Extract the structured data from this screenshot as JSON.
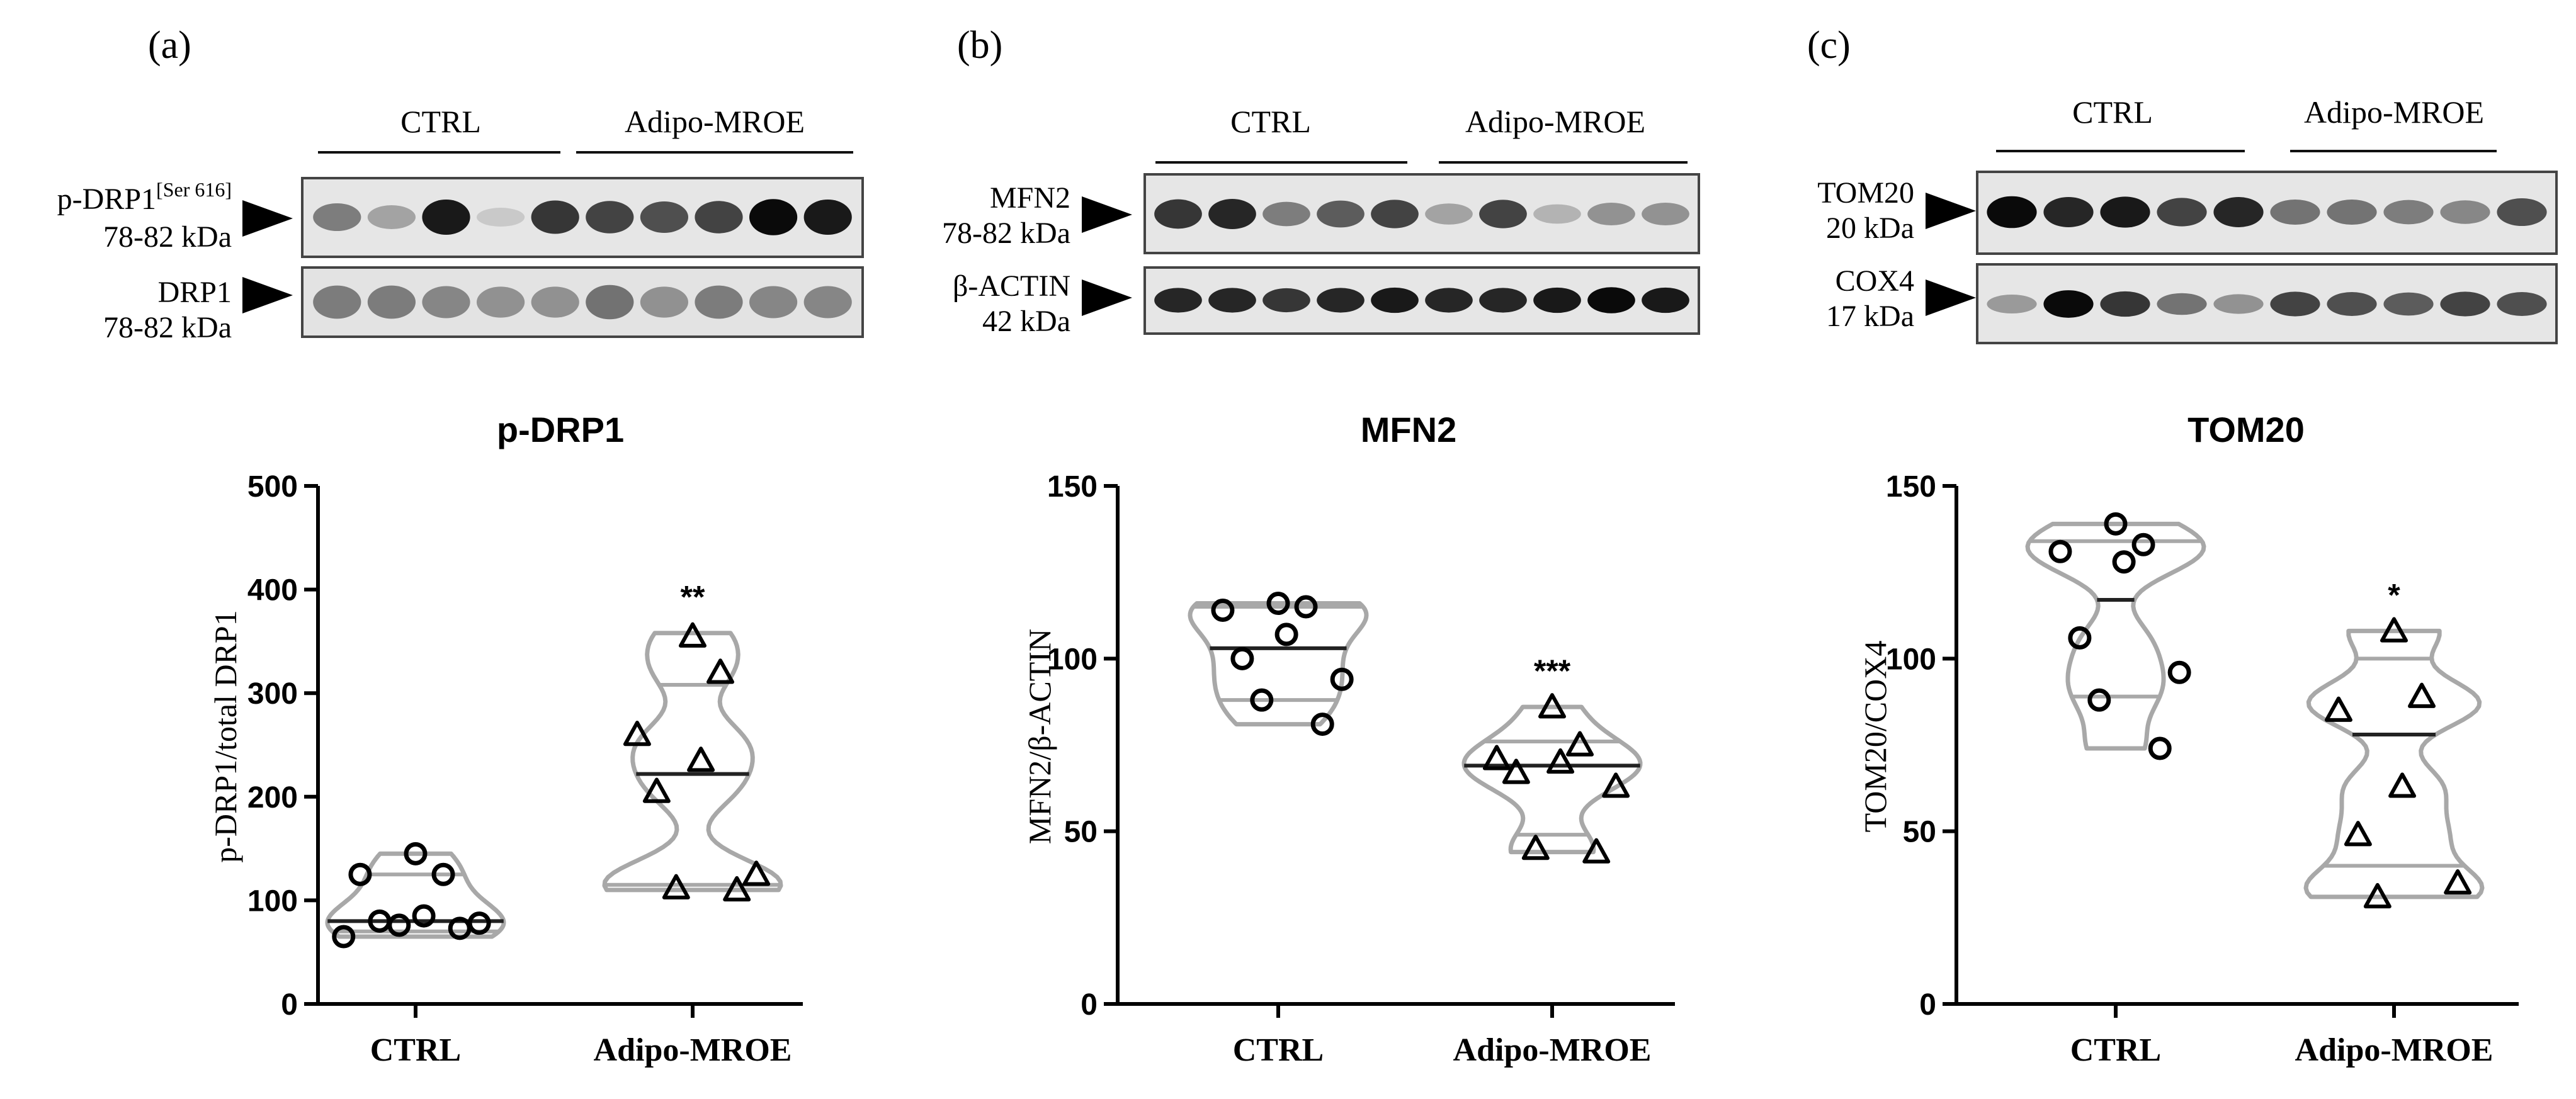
{
  "panels": [
    {
      "letter": "(a)",
      "blot": {
        "groups": [
          "CTRL",
          "Adipo-MROE"
        ],
        "rows": [
          {
            "label_line1": "p-DRP1",
            "label_sup": "[Ser 616]",
            "label_line2": "78-82 kDa",
            "intensities": [
              0.55,
              0.35,
              0.95,
              0.08,
              0.85,
              0.8,
              0.75,
              0.8,
              1.0,
              0.95
            ]
          },
          {
            "label_line1": "DRP1",
            "label_sup": "",
            "label_line2": "78-82 kDa",
            "intensities": [
              0.55,
              0.55,
              0.5,
              0.45,
              0.45,
              0.6,
              0.45,
              0.55,
              0.5,
              0.5
            ]
          }
        ]
      }
    },
    {
      "letter": "(b)",
      "blot": {
        "groups": [
          "CTRL",
          "Adipo-MROE"
        ],
        "rows": [
          {
            "label_line1": "MFN2",
            "label_sup": "",
            "label_line2": "78-82 kDa",
            "intensities": [
              0.85,
              0.9,
              0.55,
              0.7,
              0.8,
              0.35,
              0.8,
              0.25,
              0.45,
              0.45
            ]
          },
          {
            "label_line1": "β-ACTIN",
            "label_sup": "",
            "label_line2": "42 kDa",
            "intensities": [
              0.9,
              0.9,
              0.85,
              0.9,
              0.95,
              0.9,
              0.9,
              0.95,
              1.0,
              0.95
            ]
          }
        ]
      }
    },
    {
      "letter": "(c)",
      "blot": {
        "groups": [
          "CTRL",
          "Adipo-MROE"
        ],
        "rows": [
          {
            "label_line1": "TOM20",
            "label_sup": "",
            "label_line2": "20 kDa",
            "intensities": [
              1.0,
              0.9,
              0.95,
              0.8,
              0.9,
              0.6,
              0.6,
              0.55,
              0.5,
              0.75
            ]
          },
          {
            "label_line1": "COX4",
            "label_sup": "",
            "label_line2": "17 kDa",
            "intensities": [
              0.4,
              1.0,
              0.85,
              0.6,
              0.45,
              0.8,
              0.75,
              0.7,
              0.8,
              0.75
            ]
          }
        ]
      }
    }
  ],
  "chart_data": [
    {
      "type": "scatter",
      "subtype": "violin",
      "title": "p-DRP1",
      "ylabel": "p-DRP1/total DRP1",
      "xlabel": "",
      "ylim": [
        0,
        500
      ],
      "yticks": [
        0,
        100,
        200,
        300,
        400,
        500
      ],
      "categories": [
        "CTRL",
        "Adipo-MROE"
      ],
      "series": [
        {
          "name": "CTRL",
          "marker": "circle",
          "values": [
            145,
            125,
            125,
            85,
            80,
            78,
            76,
            73,
            65
          ],
          "median": 80,
          "quartiles": [
            70,
            125
          ],
          "range": [
            65,
            145
          ]
        },
        {
          "name": "Adipo-MROE",
          "marker": "triangle",
          "values": [
            355,
            320,
            260,
            235,
            205,
            125,
            112,
            110
          ],
          "median": 222,
          "quartiles": [
            115,
            308
          ],
          "range": [
            110,
            358
          ]
        }
      ],
      "significance": [
        "",
        "**"
      ]
    },
    {
      "type": "scatter",
      "subtype": "violin",
      "title": "MFN2",
      "ylabel": "MFN2/β-ACTIN",
      "xlabel": "",
      "ylim": [
        0,
        150
      ],
      "yticks": [
        0,
        50,
        100,
        150
      ],
      "categories": [
        "CTRL",
        "Adipo-MROE"
      ],
      "series": [
        {
          "name": "CTRL",
          "marker": "circle",
          "values": [
            116,
            115,
            114,
            107,
            100,
            94,
            88,
            81
          ],
          "median": 103,
          "quartiles": [
            88,
            115
          ],
          "range": [
            81,
            116
          ]
        },
        {
          "name": "Adipo-MROE",
          "marker": "triangle",
          "values": [
            86,
            75,
            71,
            70,
            67,
            63,
            45,
            44
          ],
          "median": 69,
          "quartiles": [
            49,
            76
          ],
          "range": [
            44,
            86
          ]
        }
      ],
      "significance": [
        "",
        "***"
      ]
    },
    {
      "type": "scatter",
      "subtype": "violin",
      "title": "TOM20",
      "ylabel": "TOM20/COX4",
      "xlabel": "",
      "ylim": [
        0,
        150
      ],
      "yticks": [
        0,
        50,
        100,
        150
      ],
      "categories": [
        "CTRL",
        "Adipo-MROE"
      ],
      "series": [
        {
          "name": "CTRL",
          "marker": "circle",
          "values": [
            139,
            133,
            131,
            128,
            106,
            96,
            88,
            74
          ],
          "median": 117,
          "quartiles": [
            89,
            134
          ],
          "range": [
            74,
            139
          ]
        },
        {
          "name": "Adipo-MROE",
          "marker": "triangle",
          "values": [
            108,
            89,
            85,
            63,
            49,
            35,
            31
          ],
          "median": 78,
          "quartiles": [
            40,
            100
          ],
          "range": [
            31,
            108
          ]
        }
      ],
      "significance": [
        "",
        "*"
      ]
    }
  ]
}
